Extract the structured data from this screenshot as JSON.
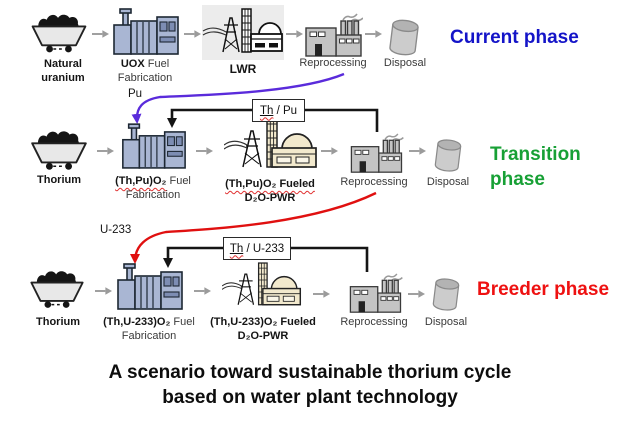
{
  "rows": {
    "current": {
      "source_line1": "Natural",
      "source_line2": "uranium",
      "fab_bold": "UOX",
      "fab_rest": " Fuel",
      "fab_line2": "Fabrication",
      "reactor_label": "LWR",
      "reprocessing_label": "Reprocessing",
      "disposal_label": "Disposal",
      "phase_label": "Current phase",
      "phase_color": "#1414c8",
      "phase_style": "color:#1414c8"
    },
    "transition": {
      "source_label": "Thorium",
      "fab_bold": "(Th,Pu)O₂",
      "fab_rest": " Fuel",
      "fab_line2": "Fabrication",
      "reactor_line1": "(Th,Pu)O₂ Fueled",
      "reactor_line2": "D₂O-PWR",
      "reprocessing_label": "Reprocessing",
      "disposal_label": "Disposal",
      "phase_line1": "Transition",
      "phase_line2": "phase",
      "phase_color": "#17a035",
      "phase_style": "color:#17a035"
    },
    "breeder": {
      "source_label": "Thorium",
      "fab_bold": "(Th,U-233)O₂",
      "fab_rest": " Fuel",
      "fab_line2": "Fabrication",
      "reactor_line1": "(Th,U-233)O₂ Fueled",
      "reactor_line2": "D₂O-PWR",
      "reprocessing_label": "Reprocessing",
      "disposal_label": "Disposal",
      "phase_label": "Breeder phase",
      "phase_color": "#ee1111",
      "phase_style": "color:#ee1111"
    }
  },
  "flows": {
    "pu": {
      "label": "Pu",
      "color": "#5a2bdb"
    },
    "u233": {
      "label": "U-233",
      "color": "#e01010"
    },
    "th_pu": {
      "th": "Th",
      "rest": " / Pu"
    },
    "th_u233": {
      "th": "Th",
      "rest": " / U-233"
    },
    "loop_color": "#151515"
  },
  "caption": {
    "line1": "A scenario toward sustainable thorium cycle",
    "line2": "based on water plant technology"
  },
  "icons": {
    "cart": "ore-cart-icon",
    "fab": "fuel-fabrication-plant-icon",
    "lwr": "lwr-plant-icon",
    "pwr": "d2o-pwr-plant-icon",
    "repro": "reprocessing-plant-icon",
    "disposal": "disposal-canister-icon",
    "arrow": "flow-arrow-icon"
  }
}
